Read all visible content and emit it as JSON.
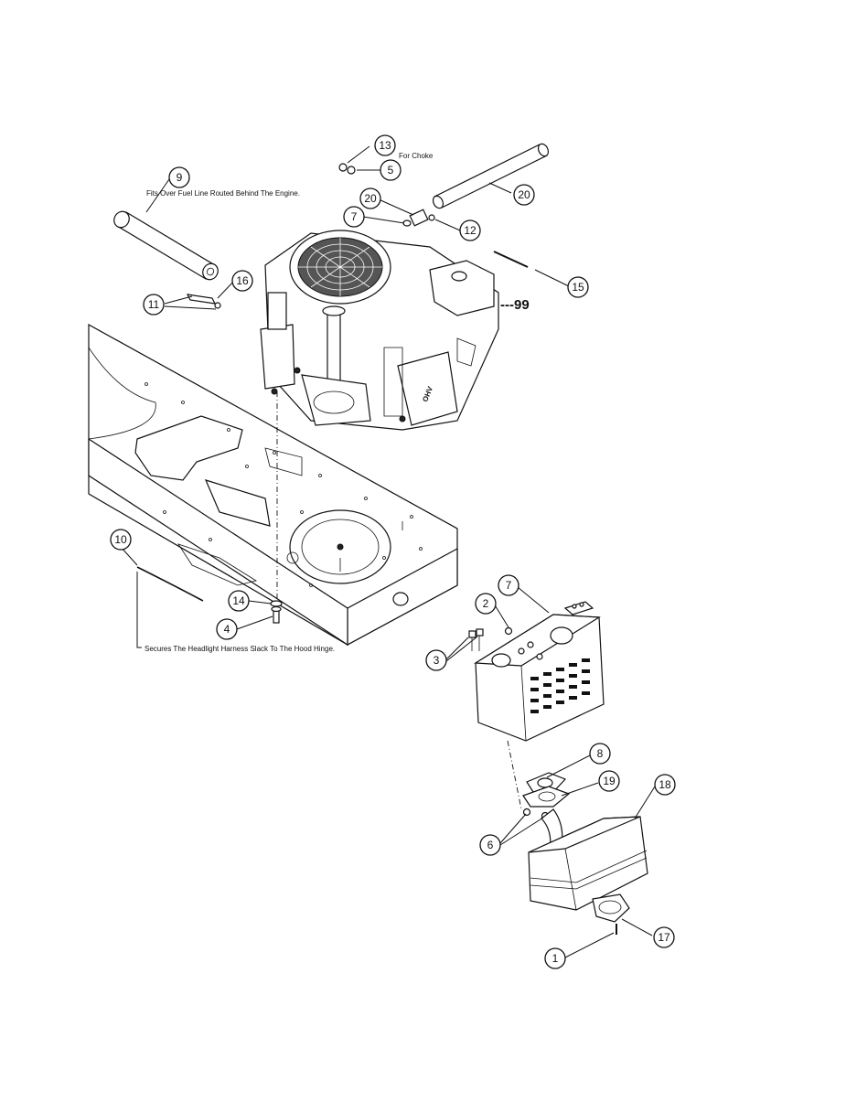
{
  "notes": {
    "choke": "For Choke",
    "fuel_line": "Fits Over Fuel Line Routed Behind The Engine.",
    "headlight": "Secures The Headlight Harness Slack To The Hood Hinge."
  },
  "reference": "---99",
  "engine_badge": "OHV",
  "callouts": {
    "c13": "13",
    "c5": "5",
    "c9": "9",
    "c20a": "20",
    "c20b": "20",
    "c7a": "7",
    "c12": "12",
    "c16": "16",
    "c11": "11",
    "c15": "15",
    "c10": "10",
    "c14": "14",
    "c4": "4",
    "c2": "2",
    "c7b": "7",
    "c3": "3",
    "c8": "8",
    "c19": "19",
    "c18": "18",
    "c6": "6",
    "c17": "17",
    "c1": "1"
  }
}
